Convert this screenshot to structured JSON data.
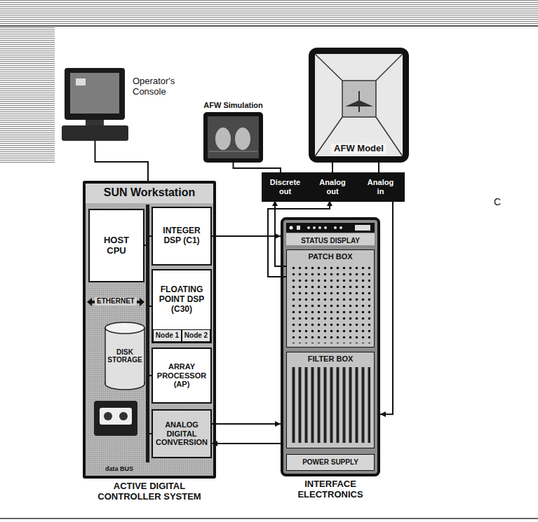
{
  "diagram": {
    "nodes": [
      {
        "text": [
          "Operator's Console"
        ]
      },
      {
        "text": [
          "AFW Simulation"
        ]
      },
      {
        "text": [
          "AFW Model"
        ]
      },
      {
        "text": [
          "Discrete out"
        ]
      },
      {
        "text": [
          "Analog out"
        ]
      },
      {
        "text": [
          "Analog in"
        ]
      },
      {
        "text": [
          "SUN Workstation",
          "ACTIVE DIGITAL CONTROLLER SYSTEM"
        ]
      },
      {
        "text": [
          "HOST CPU"
        ],
        "in": 6
      },
      {
        "text": [
          "INTEGER DSP (C1)"
        ],
        "in": 6
      },
      {
        "text": [
          "FLOATING POINT DSP (C30)"
        ],
        "in": 6
      },
      {
        "text": [
          "Node 1"
        ],
        "in": 9
      },
      {
        "text": [
          "Node 2"
        ],
        "in": 9
      },
      {
        "text": [
          "DISK STORAGE"
        ],
        "in": 6
      },
      {
        "text": [
          "ARRAY PROCESSOR (AP)"
        ],
        "in": 6
      },
      {
        "text": [
          "ANALOG DIGITAL CONVERSION"
        ],
        "in": 6
      },
      {
        "text": [
          "INTERFACE ELECTRONICS"
        ]
      },
      {
        "text": [
          "STATUS DISPLAY"
        ],
        "in": 15
      },
      {
        "text": [
          "PATCH BOX"
        ],
        "in": 15
      },
      {
        "text": [
          "FILTER BOX"
        ],
        "in": 15
      },
      {
        "text": [
          "POWER SUPPLY"
        ],
        "in": 15
      }
    ],
    "edges": [
      {
        "from": 0,
        "to": 6,
        "arrow": "none"
      },
      {
        "from": 1,
        "to": 3,
        "arrow": "none"
      },
      {
        "from": 2,
        "to": 4,
        "arrow": "none"
      },
      {
        "from": 2,
        "to": 5,
        "arrow": "none"
      },
      {
        "from": 8,
        "to": 15,
        "arrow": "to"
      },
      {
        "from": 14,
        "to": 15,
        "arrow": "to"
      },
      {
        "from": 15,
        "to": 14,
        "arrow": "to"
      },
      {
        "from": 17,
        "to": 3,
        "arrow": "to"
      },
      {
        "from": 17,
        "to": 4,
        "arrow": "to"
      },
      {
        "from": 5,
        "to": 15,
        "arrow": "to"
      }
    ],
    "labels": [
      "ETHERNET",
      "data BUS",
      "C"
    ]
  }
}
